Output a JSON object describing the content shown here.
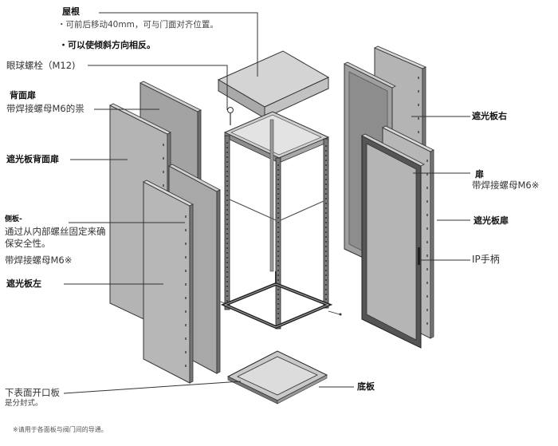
{
  "labels": {
    "roof": "屋根",
    "roof_note1": "・可前后移动40mm，可与门面对齐位置。",
    "roof_note2": "・可以使倾斜方向相反。",
    "eyebolt": "眼球螺栓（M12)",
    "back_door": "背面扉",
    "back_door_note": "带焊接螺母M6的祟",
    "shade_back_door": "遮光板背面扉",
    "side_panel": "侧板-",
    "side_panel_note1": "通过从内部螺丝固定来确",
    "side_panel_note2": "保安全性。",
    "side_weld_nut": "带焊接螺母M6※",
    "shade_left": "遮光板左",
    "bottom_opening": "下表面开口板",
    "bottom_opening_note": "是分封式。",
    "footnote": "※请用于各面板与阀门间的导通。",
    "shade_right": "遮光板右",
    "door": "扉",
    "door_weld_nut": "带焊接螺母M6※",
    "shade_door": "遮光板扉",
    "ip_handle": "IP手柄",
    "base_plate": "底板"
  }
}
